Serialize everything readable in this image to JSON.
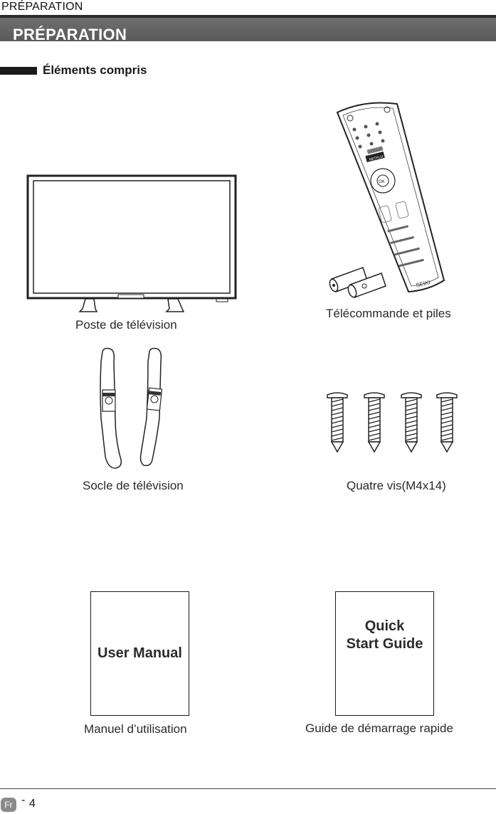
{
  "header": {
    "running_title": "PRÉPARATION",
    "section_title": "PRÉPARATION"
  },
  "section": {
    "subtitle": "Éléments compris"
  },
  "items": [
    {
      "caption": "Poste de télévision"
    },
    {
      "caption": "Télécommande et piles"
    },
    {
      "caption": "Socle de télévision"
    },
    {
      "caption": "Quatre vis(M4x14)"
    },
    {
      "caption": "Manuel d’utilisation",
      "cover_text": "User Manual"
    },
    {
      "caption": "Guide de démarrage rapide",
      "cover_line1": "Quick",
      "cover_line2": "Start Guide"
    }
  ],
  "remote_label": {
    "brand": "SEIKI",
    "netflix": "NETFLIX",
    "ok": "OK"
  },
  "footer": {
    "lang": "Fr",
    "dash": "-",
    "page": "4"
  }
}
